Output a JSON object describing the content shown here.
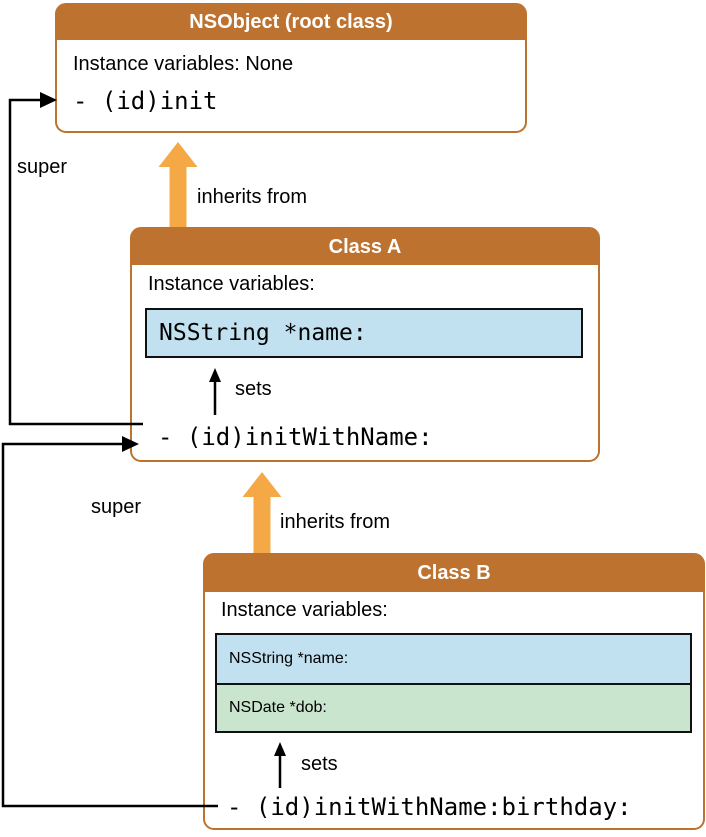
{
  "diagram": {
    "nsobject": {
      "title": "NSObject (root class)",
      "instance_variables": "Instance variables: None",
      "method": "- (id)init"
    },
    "class_a": {
      "title": "Class A",
      "instance_variables": "Instance variables:",
      "field_name": "NSString *name:",
      "method": "- (id)initWithName:"
    },
    "class_b": {
      "title": "Class B",
      "instance_variables": "Instance variables:",
      "field_name": "NSString *name:",
      "field_dob": "NSDate *dob:",
      "method": "- (id)initWithName:birthday:"
    },
    "labels": {
      "super_upper": "super",
      "super_lower": "super",
      "inherits_upper": "inherits from",
      "inherits_lower": "inherits from",
      "sets_a": "sets",
      "sets_b": "sets"
    }
  },
  "colors": {
    "header_orange": "#BE722F",
    "arrow_orange": "#F5A846",
    "field_blue": "#C1E0F0",
    "field_green": "#CAE5CE",
    "field_border": "#111111",
    "line_black": "#000000"
  }
}
